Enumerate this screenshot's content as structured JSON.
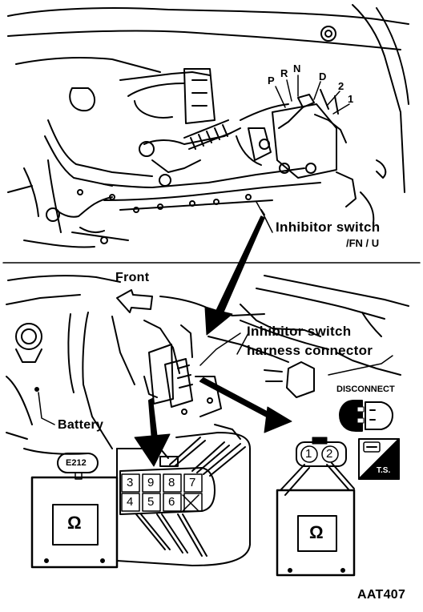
{
  "gear_positions": [
    "P",
    "R",
    "N",
    "D",
    "2",
    "1"
  ],
  "labels": {
    "inhibitor_switch": "Inhibitor switch",
    "inhibitor_switch_sub": "/FN / U",
    "front": "Front",
    "harness_connector_line1": "Inhibitor switch",
    "harness_connector_line2": "harness connector",
    "battery": "Battery",
    "disconnect": "DISCONNECT",
    "connector_id": "E212",
    "ts_label": "T.S.",
    "figure_code": "AAT407"
  },
  "connector_left_pins": [
    "3",
    "9",
    "8",
    "7",
    "4",
    "5",
    "6"
  ],
  "connector_right_pins": [
    "1",
    "2"
  ],
  "meter_symbol": "Ω"
}
